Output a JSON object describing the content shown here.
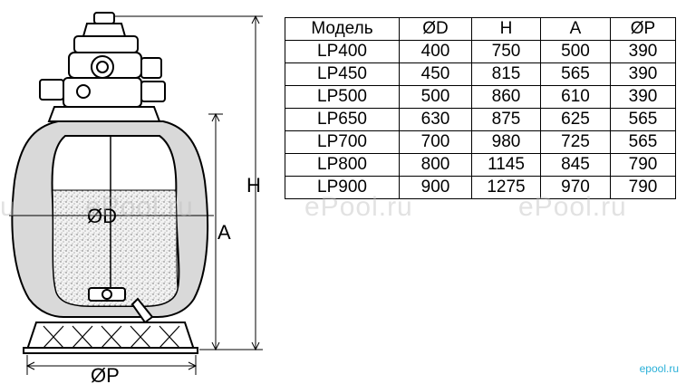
{
  "diagram": {
    "label_d": "ØD",
    "label_p": "ØP",
    "label_h": "H",
    "label_a": "A"
  },
  "table": {
    "headers": [
      "Модель",
      "ØD",
      "H",
      "A",
      "ØP"
    ],
    "rows": [
      [
        "LP400",
        "400",
        "750",
        "500",
        "390"
      ],
      [
        "LP450",
        "450",
        "815",
        "565",
        "390"
      ],
      [
        "LP500",
        "500",
        "860",
        "610",
        "390"
      ],
      [
        "LP650",
        "630",
        "875",
        "625",
        "565"
      ],
      [
        "LP700",
        "700",
        "980",
        "725",
        "565"
      ],
      [
        "LP800",
        "800",
        "1145",
        "845",
        "790"
      ],
      [
        "LP900",
        "900",
        "1275",
        "970",
        "790"
      ]
    ]
  },
  "watermarks": {
    "main_1": "ePool.ru",
    "main_2": "ePool.ru",
    "main_3": "ePool.ru",
    "edge_left": "u",
    "corner": "epool.ru"
  }
}
